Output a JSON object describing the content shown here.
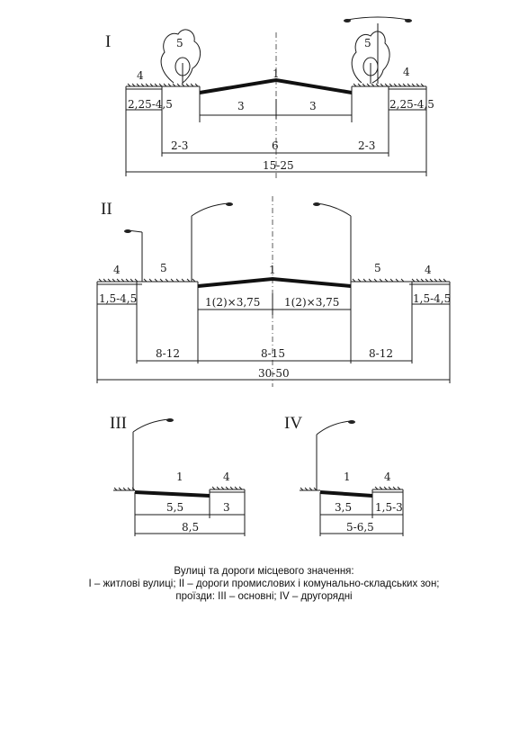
{
  "sections": {
    "I": {
      "roman": "I",
      "labels": {
        "lane": "1",
        "sidewalk_left": "4",
        "sidewalk_right": "4",
        "tree_left": "5",
        "tree_right": "5",
        "walk_w_left": "2,25-4,5",
        "walk_w_right": "2,25-4,5",
        "lane_left": "3",
        "lane_right": "3",
        "green_left": "2-3",
        "carriage": "6",
        "green_right": "2-3",
        "total": "15-25"
      }
    },
    "II": {
      "roman": "II",
      "labels": {
        "lane": "1",
        "sidewalk_left": "4",
        "sidewalk_right": "4",
        "green_left": "5",
        "green_right": "5",
        "walk_w_left": "1,5-4,5",
        "walk_w_right": "1,5-4,5",
        "lane_left": "1(2)×3,75",
        "lane_right": "1(2)×3,75",
        "strip_left": "8-12",
        "carriage": "8-15",
        "strip_right": "8-12",
        "total": "30-50"
      }
    },
    "III": {
      "roman": "III",
      "labels": {
        "lane": "1",
        "sidewalk": "4",
        "carriage": "5,5",
        "walk": "3",
        "total": "8,5"
      }
    },
    "IV": {
      "roman": "IV",
      "labels": {
        "lane": "1",
        "sidewalk": "4",
        "carriage": "3,5",
        "walk": "1,5-3",
        "total": "5-6,5"
      }
    }
  },
  "caption": {
    "line1": "Вулиці та дороги місцевого значення:",
    "line2": "І – житлові вулиці; ІІ – дороги промислових і комунально-складських зон;",
    "line3": "проїзди: ІІІ – основні; IV – другорядні"
  }
}
